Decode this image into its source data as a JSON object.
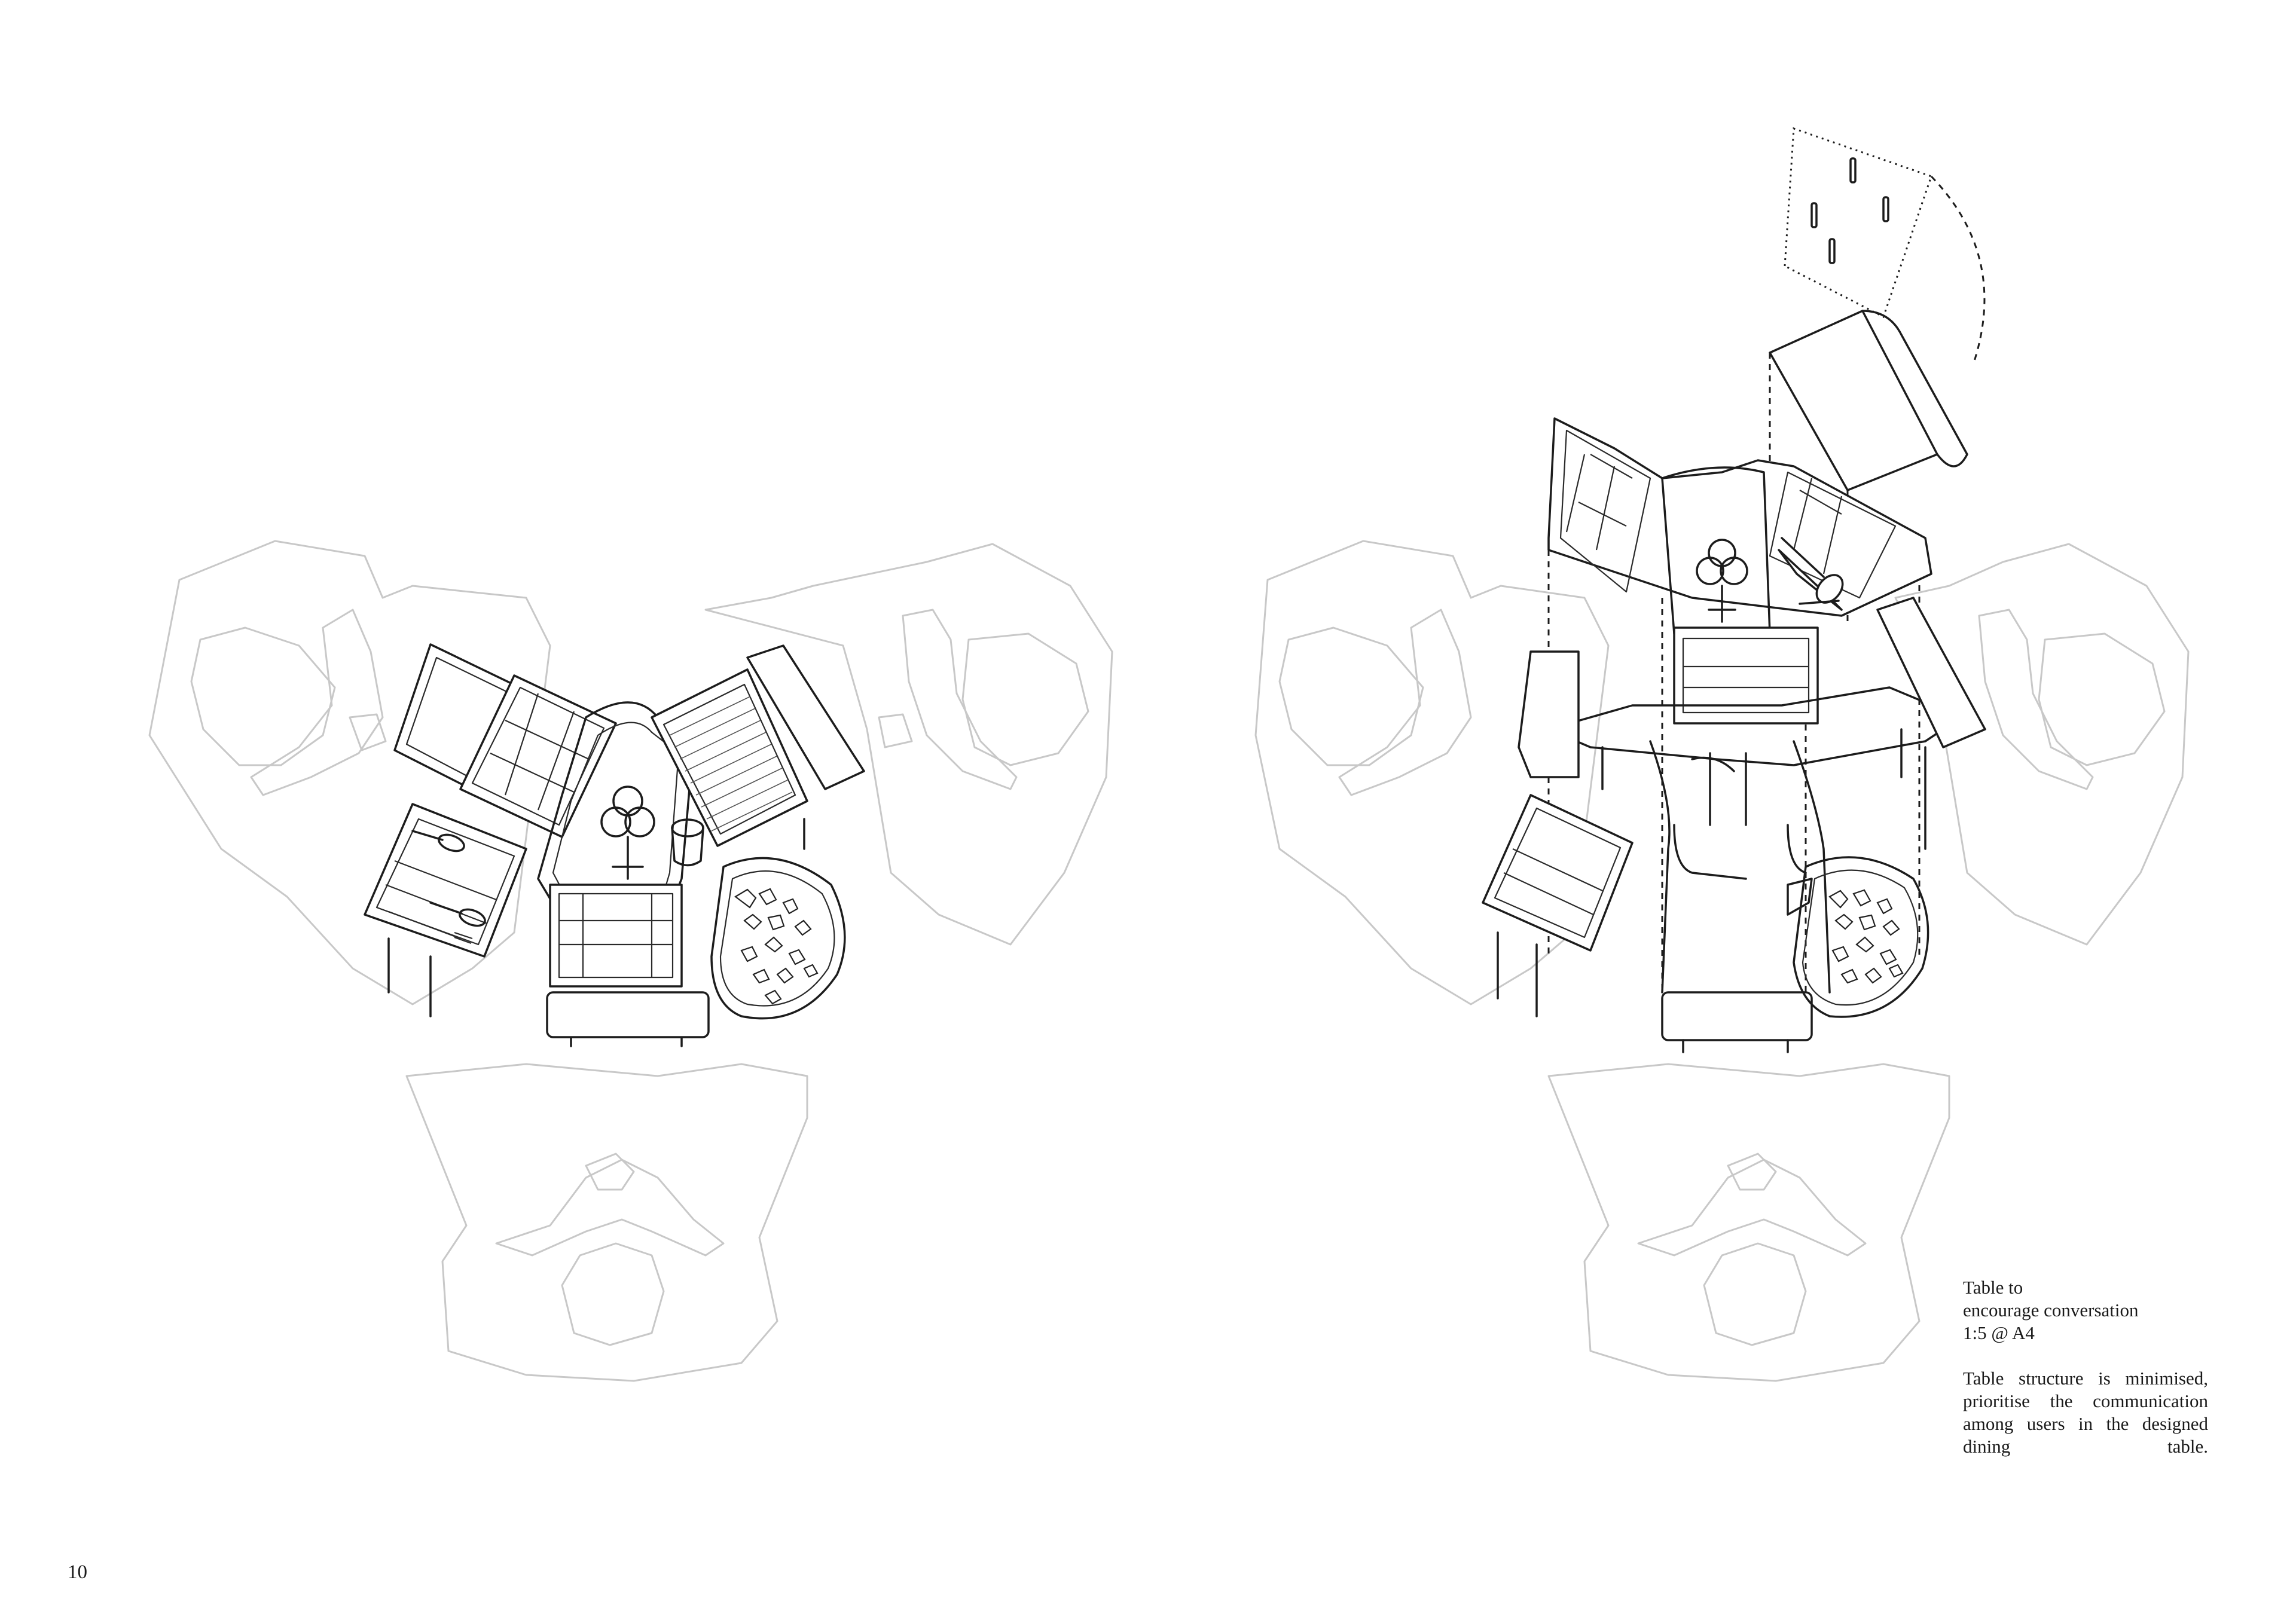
{
  "page": {
    "number": "10"
  },
  "caption": {
    "title_line_1": "Table to",
    "title_line_2": "encourage conversation",
    "scale": "1:5 @ A4",
    "description": "Table structure is minimised, prioritise the communication among users in the designed dining table."
  },
  "figures": [
    {
      "view": "assembled-plan",
      "ghost": "diner outlines",
      "ink": "table top with trays, cutlery, cup, weaving tray and gravel bowl"
    },
    {
      "view": "exploded-axonometric",
      "ghost": "diner outlines",
      "ink": "table structure with removable panels and dashed assembly lines"
    }
  ],
  "colors": {
    "ink": "#1c1c1c",
    "ghost": "#c8c8c8",
    "paper": "#ffffff"
  }
}
